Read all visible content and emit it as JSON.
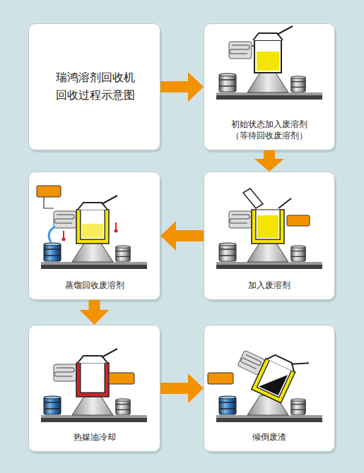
{
  "diagram": {
    "nodes": [
      {
        "text": [
          "瑞鸿溶剂回收机 回收过程示意图"
        ]
      },
      {
        "text": [
          "初始状态加入废溶剂",
          "（等待回收废溶剂）"
        ]
      },
      {
        "text": [
          "蒸馏回收废溶剂"
        ]
      },
      {
        "text": [
          "加入废溶剂"
        ]
      },
      {
        "text": [
          "热媒油冷却"
        ]
      },
      {
        "text": [
          "倾倒废渣"
        ]
      }
    ],
    "edges": [
      {
        "from": 0,
        "to": 1,
        "arrow": "to"
      },
      {
        "from": 1,
        "to": 3,
        "arrow": "to"
      },
      {
        "from": 3,
        "to": 2,
        "arrow": "to"
      },
      {
        "from": 2,
        "to": 4,
        "arrow": "to"
      },
      {
        "from": 4,
        "to": 5,
        "arrow": "to"
      }
    ]
  }
}
